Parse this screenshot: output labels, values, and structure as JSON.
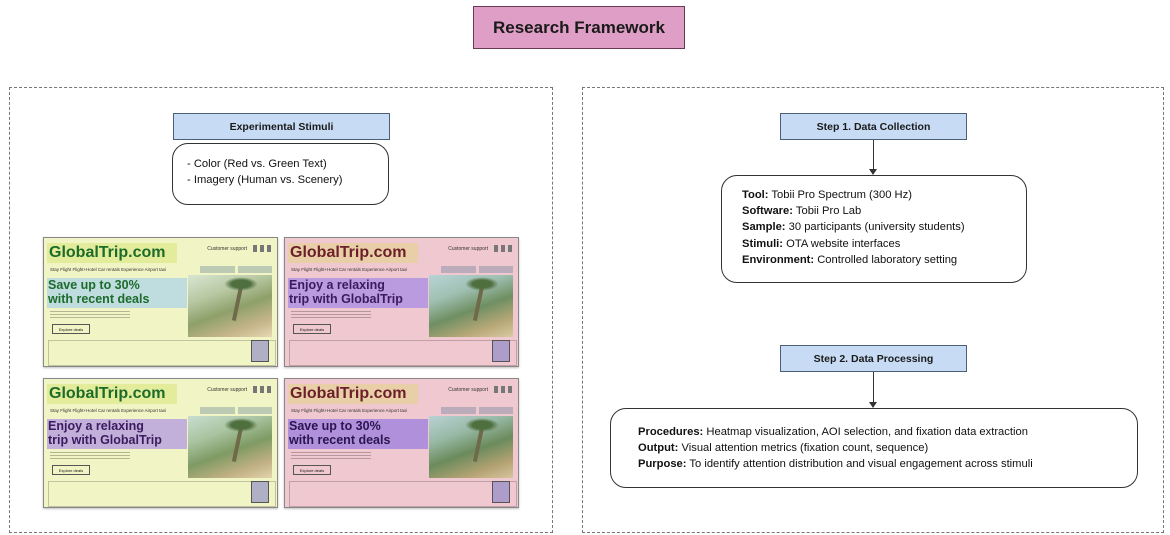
{
  "title": "Research Framework",
  "left": {
    "label": "Experimental Stimuli",
    "items": [
      "- Color (Red vs. Green Text)",
      "- Imagery (Human vs. Scenery)"
    ],
    "thumbnails": [
      {
        "brand": "GlobalTrip.com",
        "support": "Customer support",
        "headline_1": "Save up to 30%",
        "headline_2": "with recent deals",
        "button": "Explore deals",
        "theme": "yellow"
      },
      {
        "brand": "GlobalTrip.com",
        "support": "Customer support",
        "headline_1": "Enjoy a relaxing",
        "headline_2": "trip with GlobalTrip",
        "button": "Explore deals",
        "theme": "pink"
      },
      {
        "brand": "GlobalTrip.com",
        "support": "Customer support",
        "headline_1": "Enjoy a relaxing",
        "headline_2": "trip with GlobalTrip",
        "button": "Explore deals",
        "theme": "yellow"
      },
      {
        "brand": "GlobalTrip.com",
        "support": "Customer support",
        "headline_1": "Save up to 30%",
        "headline_2": "with recent deals",
        "button": "Explore deals",
        "theme": "pink"
      }
    ],
    "nav": "Stay   Flight   Flight+Hotel   Car rentals   Experience   Airport taxi"
  },
  "right": {
    "step1": {
      "label": "Step 1. Data Collection",
      "rows": [
        {
          "k": "Tool:",
          "v": "Tobii Pro Spectrum (300 Hz)"
        },
        {
          "k": "Software:",
          "v": "Tobii Pro Lab"
        },
        {
          "k": "Sample:",
          "v": "30 participants (university students)"
        },
        {
          "k": "Stimuli:",
          "v": "OTA website interfaces"
        },
        {
          "k": "Environment:",
          "v": "Controlled laboratory setting"
        }
      ]
    },
    "step2": {
      "label": "Step 2. Data Processing",
      "rows": [
        {
          "k": "Procedures:",
          "v": "Heatmap visualization, AOI selection, and fixation data extraction"
        },
        {
          "k": "Output:",
          "v": "Visual attention metrics (fixation count, sequence)"
        },
        {
          "k": "Purpose:",
          "v": "To identify attention distribution and visual engagement across stimuli"
        }
      ]
    }
  },
  "colors": {
    "title_bg": "#df9ec6",
    "label_bg": "#c7dcf4",
    "thumb_yellow": "#f1f4c4",
    "thumb_pink": "#f0c8cf"
  }
}
